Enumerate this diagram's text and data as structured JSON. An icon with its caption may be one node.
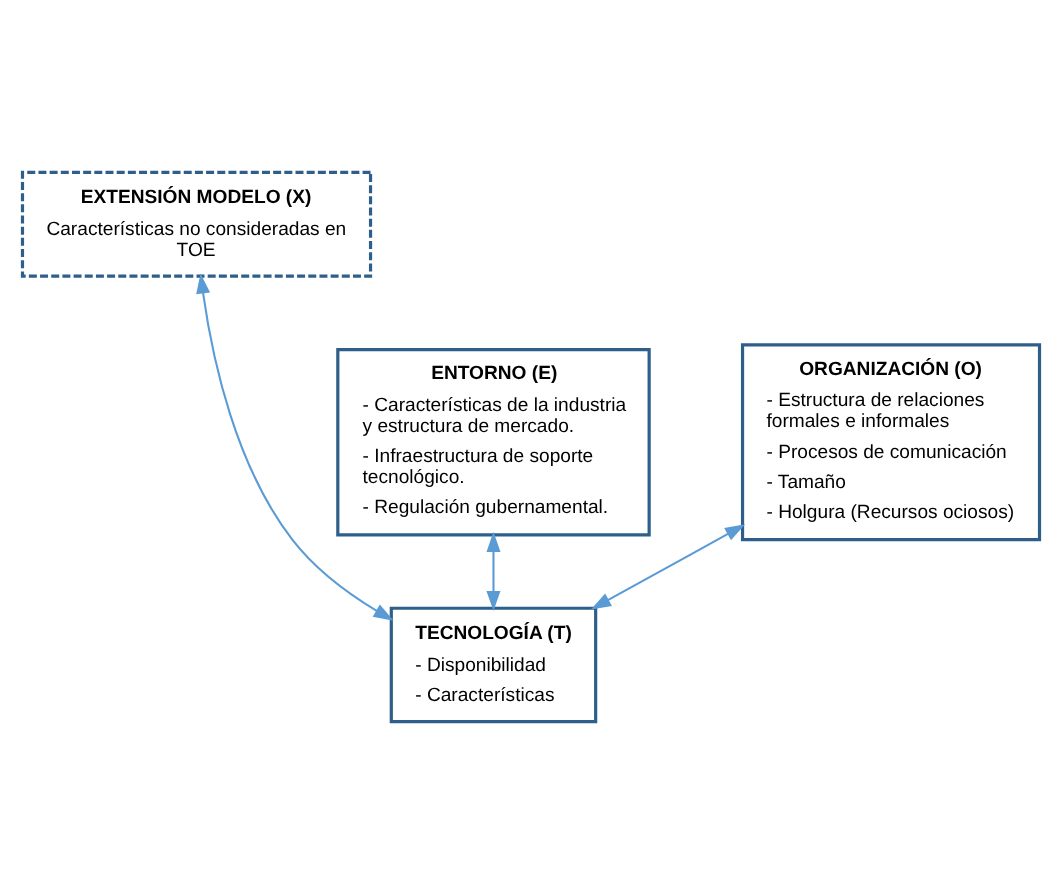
{
  "diagram": {
    "nodes": [
      {
        "text": [
          "EXTENSIÓN MODELO (X)",
          "Características no consideradas en TOE"
        ]
      },
      {
        "text": [
          "ENTORNO (E)",
          "- Características de la industria y estructura de mercado.",
          "- Infraestructura de soporte tecnológico.",
          "- Regulación gubernamental."
        ]
      },
      {
        "text": [
          "ORGANIZACIÓN (O)",
          "- Estructura de relaciones formales e informales",
          "- Procesos de comunicación",
          "- Tamaño",
          "- Holgura (Recursos ociosos)"
        ]
      },
      {
        "text": [
          "TECNOLOGÍA (T)",
          "- Disponibilidad",
          "- Características"
        ]
      }
    ],
    "edges": [
      {
        "from": 0,
        "to": 3,
        "arrow": "both"
      },
      {
        "from": 1,
        "to": 3,
        "arrow": "both"
      },
      {
        "from": 2,
        "to": 3,
        "arrow": "both"
      }
    ]
  }
}
